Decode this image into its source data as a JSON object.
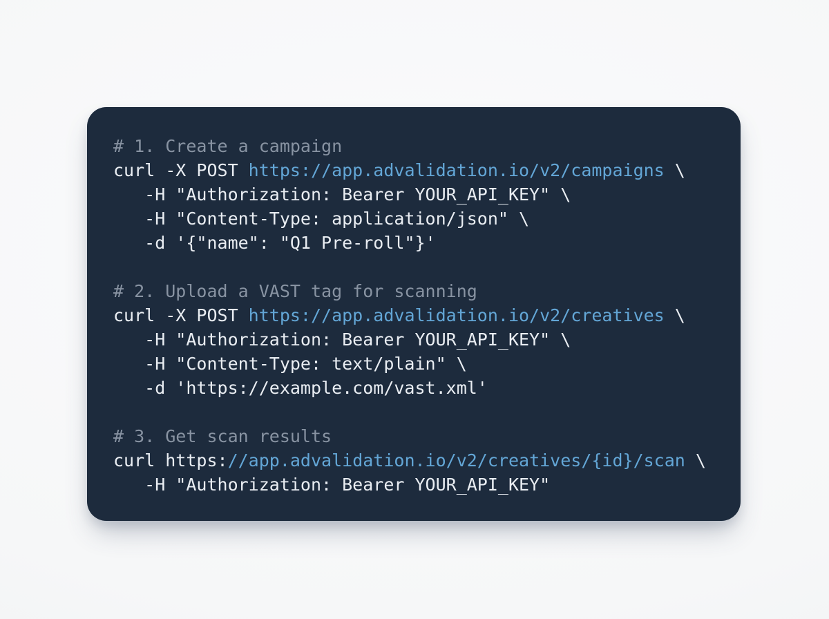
{
  "page": {
    "background": "#f6f7f8"
  },
  "code_card": {
    "background": "#1d2b3d",
    "colors": {
      "comment": "#8893a2",
      "plain": "#e9edf2",
      "url": "#63a6d6"
    },
    "lines": [
      [
        {
          "t": "# 1. Create a campaign",
          "c": "comment"
        }
      ],
      [
        {
          "t": "curl -X POST ",
          "c": "plain"
        },
        {
          "t": "https://app.advalidation.io/v2/campaigns",
          "c": "url"
        },
        {
          "t": " \\",
          "c": "plain"
        }
      ],
      [
        {
          "t": "   -H \"Authorization: Bearer YOUR_API_KEY\" \\",
          "c": "plain"
        }
      ],
      [
        {
          "t": "   -H \"Content-Type: application/json\" \\",
          "c": "plain"
        }
      ],
      [
        {
          "t": "   -d '{\"name\": \"Q1 Pre-roll\"}'",
          "c": "plain"
        }
      ],
      [],
      [
        {
          "t": "# 2. Upload a VAST tag for scanning",
          "c": "comment"
        }
      ],
      [
        {
          "t": "curl -X POST ",
          "c": "plain"
        },
        {
          "t": "https://app.advalidation.io/v2/creatives",
          "c": "url"
        },
        {
          "t": " \\",
          "c": "plain"
        }
      ],
      [
        {
          "t": "   -H \"Authorization: Bearer YOUR_API_KEY\" \\",
          "c": "plain"
        }
      ],
      [
        {
          "t": "   -H \"Content-Type: text/plain\" \\",
          "c": "plain"
        }
      ],
      [
        {
          "t": "   -d 'https://example.com/vast.xml'",
          "c": "plain"
        }
      ],
      [],
      [
        {
          "t": "# 3. Get scan results",
          "c": "comment"
        }
      ],
      [
        {
          "t": "curl https:",
          "c": "plain"
        },
        {
          "t": "//app.advalidation.io/v2/creatives/{id}/scan",
          "c": "url"
        },
        {
          "t": " \\",
          "c": "plain"
        }
      ],
      [
        {
          "t": "   -H \"Authorization: Bearer YOUR_API_KEY\"",
          "c": "plain"
        }
      ]
    ]
  }
}
